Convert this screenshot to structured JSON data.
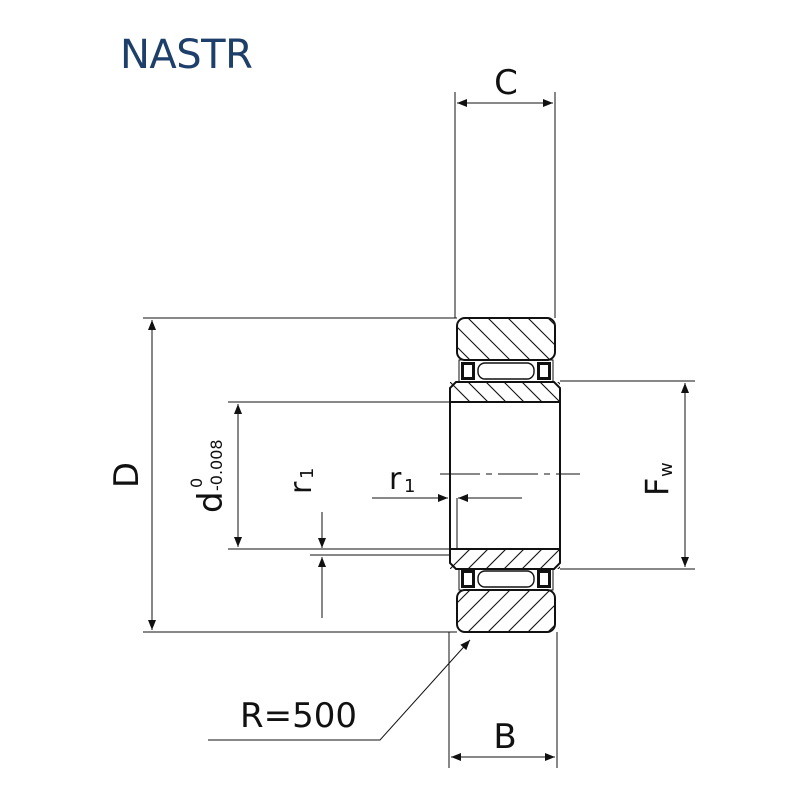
{
  "title": "NASTR",
  "labels": {
    "C": "C",
    "B": "B",
    "D": "D",
    "Fw_main": "F",
    "Fw_sub": "w",
    "d_main": "d",
    "d_upper": "0",
    "d_lower": "-0.008",
    "r1_left_main": "r",
    "r1_left_sub": "1",
    "r1_center_main": "r",
    "r1_center_sub": "1",
    "radius": "R=500"
  }
}
